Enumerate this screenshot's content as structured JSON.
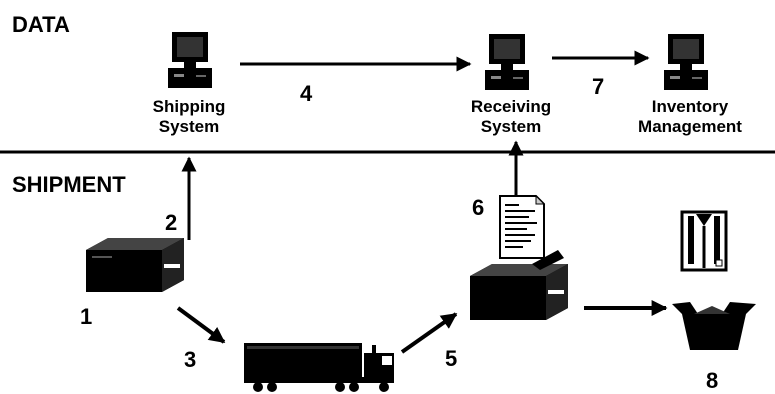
{
  "sections": {
    "data": "DATA",
    "shipment": "SHIPMENT"
  },
  "systems": {
    "shipping": {
      "line1": "Shipping",
      "line2": "System"
    },
    "receiving": {
      "line1": "Receiving",
      "line2": "System"
    },
    "inventory": {
      "line1": "Inventory",
      "line2": "Management"
    }
  },
  "steps": [
    "1",
    "2",
    "3",
    "4",
    "5",
    "6",
    "7",
    "8"
  ],
  "icons": {
    "computer": "computer-icon",
    "package": "package-icon",
    "truck": "truck-icon",
    "document": "document-icon",
    "shirt": "shirt-icon",
    "open_box": "open-box-icon"
  }
}
